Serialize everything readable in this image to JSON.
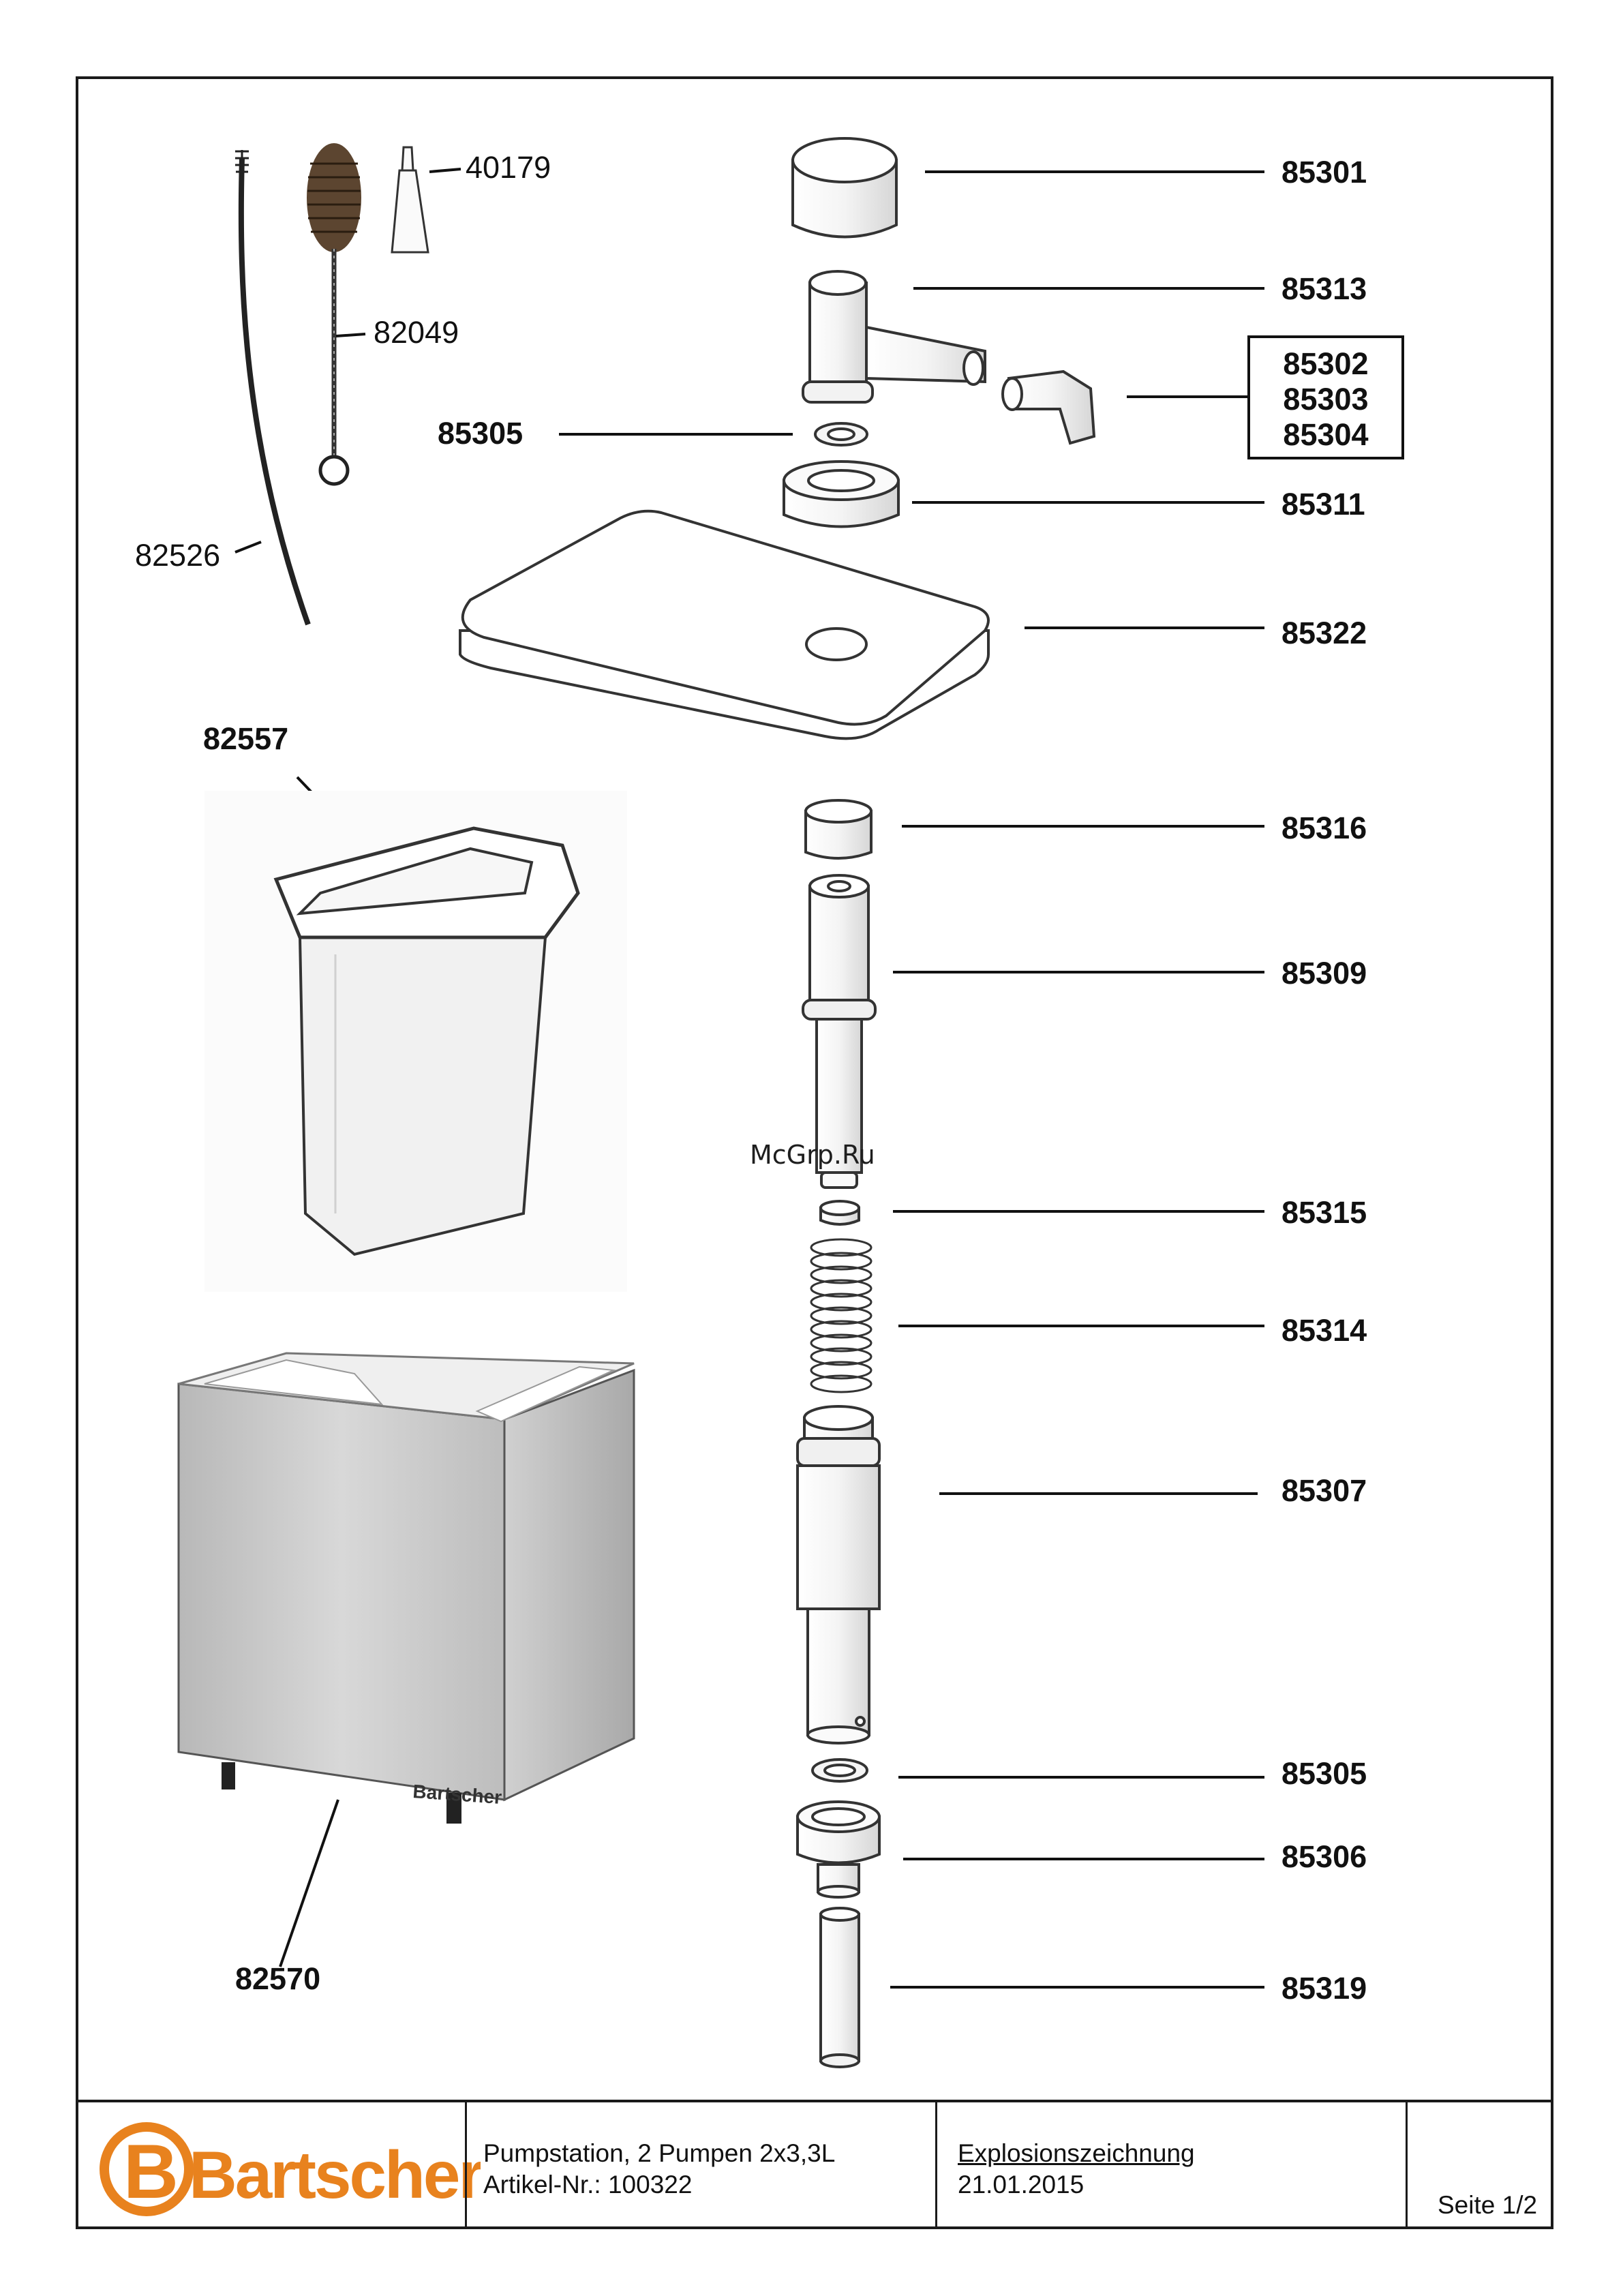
{
  "parts": {
    "p40179": "40179",
    "p82049": "82049",
    "p85305_top": "85305",
    "p82526": "82526",
    "p82557": "82557",
    "p82570": "82570",
    "p85301": "85301",
    "p85313": "85313",
    "p85302": "85302",
    "p85303": "85303",
    "p85304": "85304",
    "p85311": "85311",
    "p85322": "85322",
    "p85316": "85316",
    "p85309": "85309",
    "p85315": "85315",
    "p85314": "85314",
    "p85307": "85307",
    "p85305_bottom": "85305",
    "p85306": "85306",
    "p85319": "85319"
  },
  "watermark": "McGrp.Ru",
  "housing_brand": "Bartscher",
  "title_block": {
    "logo_text": "Bartscher",
    "product_name": "Pumpstation, 2 Pumpen 2x3,3L",
    "article_number": "Artikel-Nr.: 100322",
    "drawing_type": "Explosionszeichnung",
    "date": "21.01.2015",
    "page": "Seite 1/2"
  },
  "colors": {
    "logo_orange": "#e8821e",
    "line": "#1a1a1a",
    "steel": "#c9c9c9"
  }
}
